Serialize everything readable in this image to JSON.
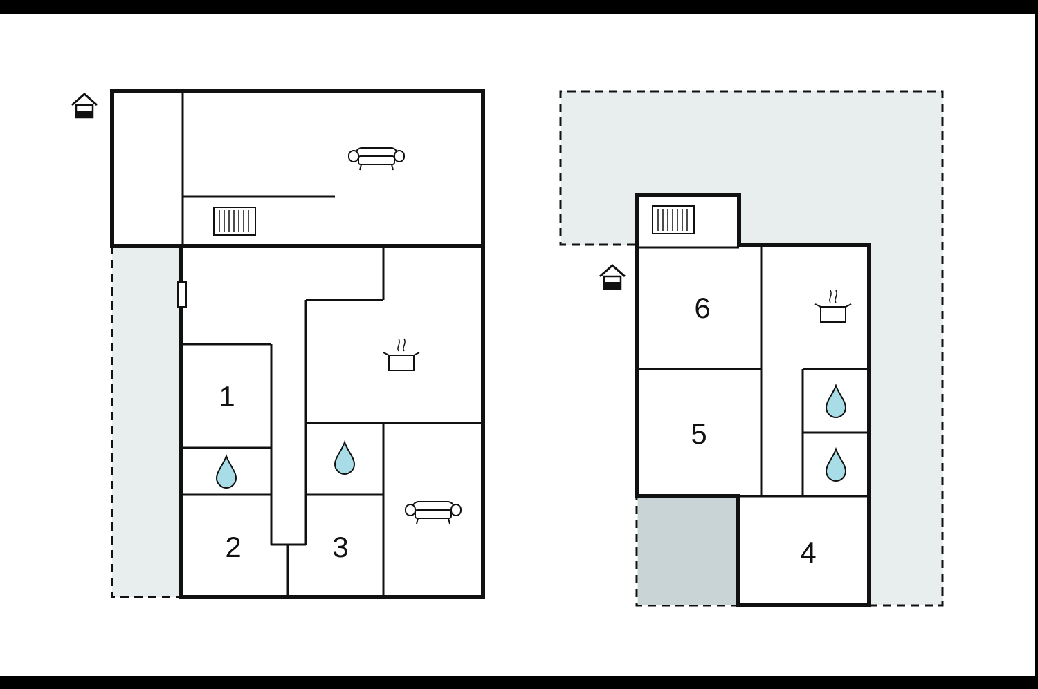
{
  "colors": {
    "frame": "#000000",
    "paper": "#ffffff",
    "outdoor_fill": "#e8eeee",
    "covered_fill": "#c8d4d6",
    "wall": "#111111",
    "water_fill": "#a8dde8"
  },
  "floor_left": {
    "rooms": [
      {
        "label": "1"
      },
      {
        "label": "2"
      },
      {
        "label": "3"
      }
    ],
    "icons": {
      "entrance": "house-entrance-icon",
      "sofa": "sofa-icon",
      "radiator": "fireplace-icon",
      "kitchen": "cooking-pot-icon",
      "bathroom": "water-drop-icon"
    }
  },
  "floor_right": {
    "rooms": [
      {
        "label": "4"
      },
      {
        "label": "5"
      },
      {
        "label": "6"
      }
    ],
    "icons": {
      "entrance": "house-entrance-icon",
      "radiator": "fireplace-icon",
      "kitchen": "cooking-pot-icon",
      "bathroom": "water-drop-icon"
    }
  }
}
